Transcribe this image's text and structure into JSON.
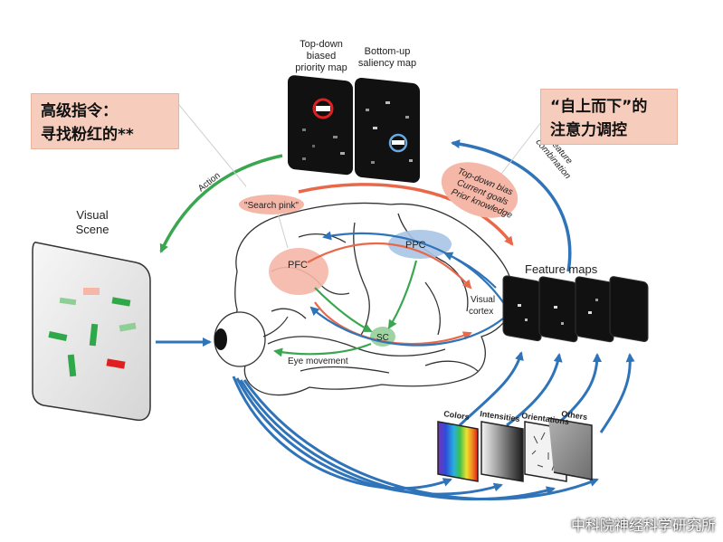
{
  "callouts": {
    "left_line1": "高级指令：",
    "left_line2": "寻找粉红的**",
    "right_line1": "“自上而下”的",
    "right_line2": "注意力调控"
  },
  "maps": {
    "topdown": "Top-down biased priority map",
    "topdown_lines": [
      "Top-down",
      "biased",
      "priority map"
    ],
    "bottomup": "Bottom-up saliency map",
    "bottomup_lines": [
      "Bottom-up",
      "saliency map"
    ]
  },
  "scene": {
    "lines": [
      "Visual",
      "Scene"
    ]
  },
  "labels": {
    "action": "Action",
    "search_pink": "\"Search pink\"",
    "topdown_bias": [
      "Top-down bias",
      "Current goals",
      "Prior knowledge"
    ],
    "feature_combination": [
      "Feature",
      "combination"
    ],
    "feature_maps": "Feature maps",
    "pfc": "PFC",
    "ppc": "PPC",
    "sc": "SC",
    "visual_cortex": [
      "Visual",
      "cortex"
    ],
    "eye_movement": "Eye movement",
    "colors": "Colors",
    "intensities": "Intensities",
    "orientations": "Orientations",
    "others": "Others"
  },
  "watermark": {
    "text": "中科院神经科学研究所",
    "icon": "wechat-icon"
  },
  "colors": {
    "green": "#3aa650",
    "red": "#e8684a",
    "blue": "#2f73b8",
    "callout_bg": "#f6cdbc",
    "pink_region": "#f4b7a8",
    "blue_region": "#a9c4e6"
  }
}
